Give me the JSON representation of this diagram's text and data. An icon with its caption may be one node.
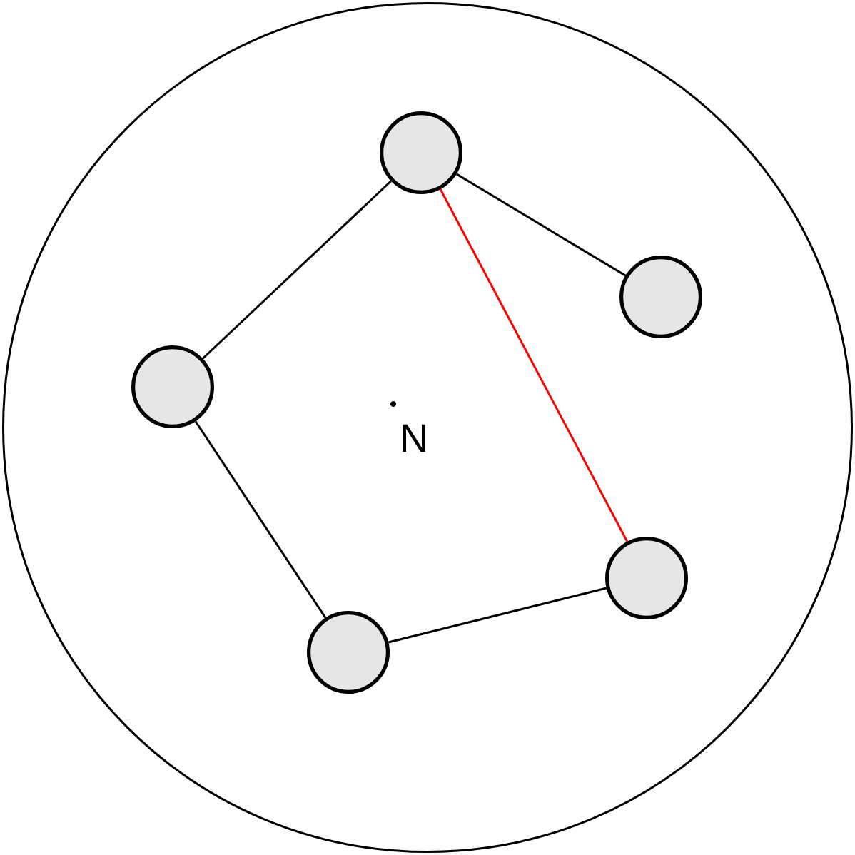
{
  "diagram": {
    "nodes": [
      {
        "text": [],
        "shape": "circle"
      },
      {
        "text": [],
        "shape": "circle",
        "in": 0
      },
      {
        "text": [],
        "shape": "circle",
        "in": 0
      },
      {
        "text": [],
        "shape": "circle",
        "in": 0
      },
      {
        "text": [],
        "shape": "circle",
        "in": 0
      },
      {
        "text": [],
        "shape": "circle",
        "in": 0
      }
    ],
    "edges": [
      {
        "from": 1,
        "to": 2,
        "arrow": "none"
      },
      {
        "from": 1,
        "to": 3,
        "arrow": "none"
      },
      {
        "from": 1,
        "to": 4,
        "arrow": "none",
        "color": "#ff0000"
      },
      {
        "from": 3,
        "to": 5,
        "arrow": "none"
      },
      {
        "from": 5,
        "to": 4,
        "arrow": "none"
      }
    ],
    "labels": [
      "N"
    ]
  }
}
